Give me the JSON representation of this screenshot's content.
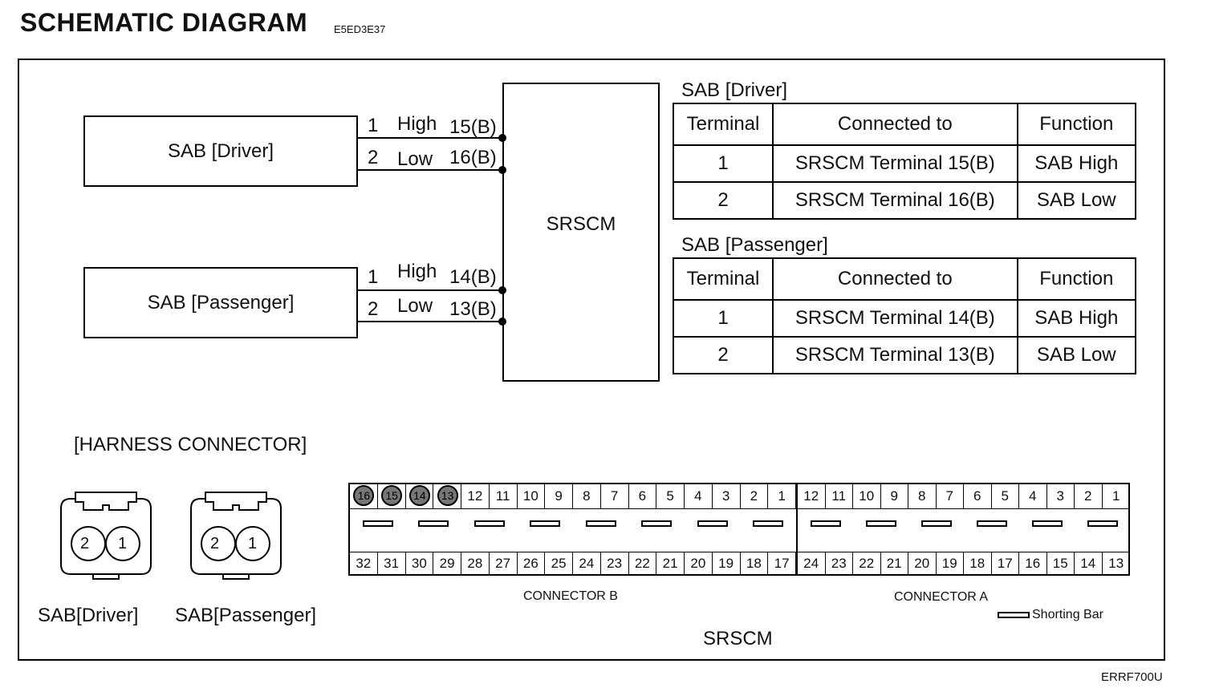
{
  "header": {
    "title": "SCHEMATIC  DIAGRAM",
    "code": "E5ED3E37"
  },
  "schematic": {
    "driver_box": "SAB [Driver]",
    "passenger_box": "SAB [Passenger]",
    "srscm_box": "SRSCM",
    "driver_wires": [
      {
        "pin": "1",
        "name": "High",
        "term": "15(B)"
      },
      {
        "pin": "2",
        "name": "Low",
        "term": "16(B)"
      }
    ],
    "passenger_wires": [
      {
        "pin": "1",
        "name": "High",
        "term": "14(B)"
      },
      {
        "pin": "2",
        "name": "Low",
        "term": "13(B)"
      }
    ]
  },
  "tables": {
    "driver": {
      "title": "SAB [Driver]",
      "headers": [
        "Terminal",
        "Connected to",
        "Function"
      ],
      "rows": [
        [
          "1",
          "SRSCM Terminal 15(B)",
          "SAB High"
        ],
        [
          "2",
          "SRSCM Terminal 16(B)",
          "SAB Low"
        ]
      ]
    },
    "passenger": {
      "title": "SAB [Passenger]",
      "headers": [
        "Terminal",
        "Connected to",
        "Function"
      ],
      "rows": [
        [
          "1",
          "SRSCM Terminal 14(B)",
          "SAB High"
        ],
        [
          "2",
          "SRSCM Terminal 13(B)",
          "SAB Low"
        ]
      ]
    }
  },
  "harness": {
    "title": "[HARNESS CONNECTOR]",
    "driver_label": "SAB[Driver]",
    "passenger_label": "SAB[Passenger]",
    "plug_pins": [
      "2",
      "1"
    ],
    "connector_b_label": "CONNECTOR B",
    "connector_a_label": "CONNECTOR A",
    "shorting_bar_label": "Shorting Bar",
    "srscm_label": "SRSCM",
    "connector_b_top": [
      "16",
      "15",
      "14",
      "13",
      "12",
      "11",
      "10",
      "9",
      "8",
      "7",
      "6",
      "5",
      "4",
      "3",
      "2",
      "1"
    ],
    "connector_b_bottom": [
      "32",
      "31",
      "30",
      "29",
      "28",
      "27",
      "26",
      "25",
      "24",
      "23",
      "22",
      "21",
      "20",
      "19",
      "18",
      "17"
    ],
    "connector_a_top": [
      "12",
      "11",
      "10",
      "9",
      "8",
      "7",
      "6",
      "5",
      "4",
      "3",
      "2",
      "1"
    ],
    "connector_a_bottom": [
      "24",
      "23",
      "22",
      "21",
      "20",
      "19",
      "18",
      "17",
      "16",
      "15",
      "14",
      "13"
    ],
    "highlighted_pins": [
      "16",
      "15",
      "14",
      "13"
    ]
  },
  "footer": {
    "code": "ERRF700U"
  },
  "colors": {
    "line": "#000000",
    "highlight": "#777777",
    "background": "#ffffff"
  }
}
